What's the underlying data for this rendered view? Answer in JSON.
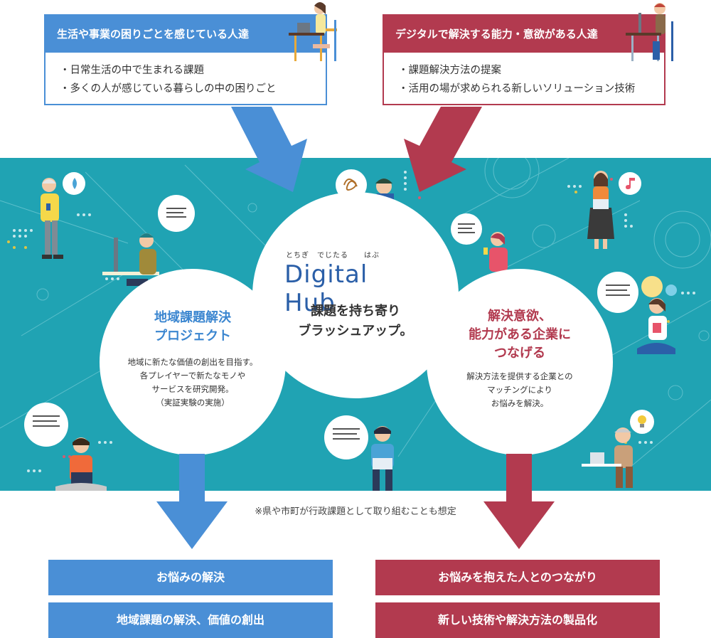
{
  "top_left": {
    "title": "生活や事業の困りごとを感じている人達",
    "items": [
      "日常生活の中で生まれる課題",
      "多くの人が感じている暮らしの中の困りごと"
    ]
  },
  "top_right": {
    "title": "デジタルで解決する能力・意欲がある人達",
    "items": [
      "課題解決方法の提案",
      "活用の場が求められる新しいソリューション技術"
    ]
  },
  "center": {
    "ruby": "とちぎ　でじたる　　はぶ",
    "logo": "Digital Hub",
    "line1": "課題を持ち寄り",
    "line2": "ブラッシュアップ。"
  },
  "left": {
    "title1": "地域課題解決",
    "title2": "プロジェクト",
    "body1": "地域に新たな価値の創出を目指す。",
    "body2": "各プレイヤーで新たなモノや",
    "body3": "サービスを研究開発。",
    "body4": "（実証実験の実施）"
  },
  "right": {
    "title1": "解決意欲、",
    "title2": "能力がある企業に",
    "title3": "つなげる",
    "body1": "解決方法を提供する企業との",
    "body2": "マッチングにより",
    "body3": "お悩みを解決。"
  },
  "note": "※県や市町が行政課題として取り組むことも想定",
  "bottom_left": [
    "お悩みの解決",
    "地域課題の解決、価値の創出"
  ],
  "bottom_right": [
    "お悩みを抱えた人とのつながり",
    "新しい技術や解決方法の製品化"
  ],
  "colors": {
    "blue": "#4a8fd6",
    "red": "#b23a4f",
    "teal": "#20a3b3"
  }
}
